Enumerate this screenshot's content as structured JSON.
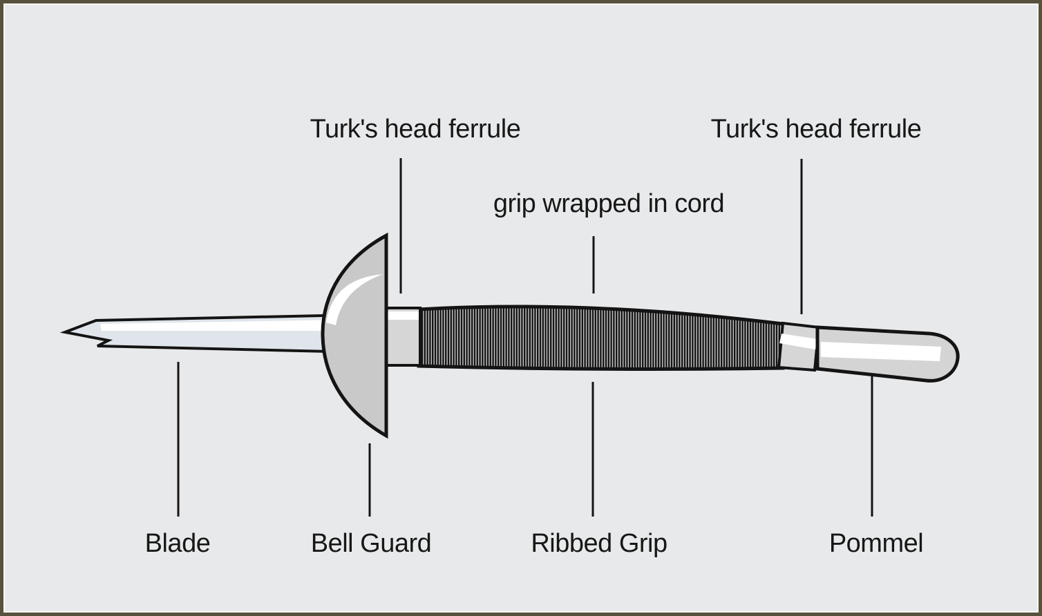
{
  "labels": {
    "turks_head_ferrule_left": "Turk's head ferrule",
    "turks_head_ferrule_right": "Turk's head ferrule",
    "grip_wrapped_in_cord": "grip wrapped in cord",
    "blade": "Blade",
    "bell_guard": "Bell Guard",
    "ribbed_grip": "Ribbed Grip",
    "pommel": "Pommel"
  },
  "colors": {
    "background": "#e8e9ea",
    "frame_border": "#57513d",
    "outline": "#141414",
    "text": "#171717",
    "blade_fill": "#dfe5eb",
    "guard_fill": "#c9c9c9",
    "ferrule_fill": "#d6d6d6",
    "grip_base": "#c9c9c9",
    "rib_color": "#141414",
    "pommel_fill": "#d4d4d4",
    "highlight": "#ffffff"
  }
}
